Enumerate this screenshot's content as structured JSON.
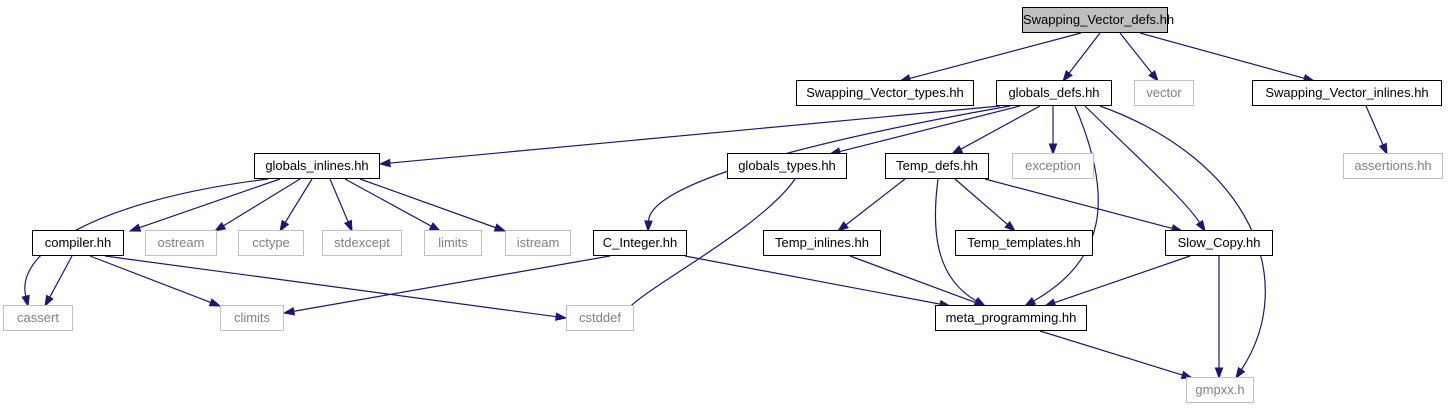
{
  "colors": {
    "edge": "#191970",
    "root_fill": "#bfbfbf",
    "internal_border": "#000000",
    "external_border": "#bfbfbf",
    "external_text": "#808080"
  },
  "nodes": {
    "swapping_vector_defs": "Swapping_Vector_defs.hh",
    "swapping_vector_types": "Swapping_Vector_types.hh",
    "globals_defs": "globals_defs.hh",
    "vector": "vector",
    "swapping_vector_inlines": "Swapping_Vector_inlines.hh",
    "globals_inlines": "globals_inlines.hh",
    "globals_types": "globals_types.hh",
    "temp_defs": "Temp_defs.hh",
    "exception": "exception",
    "assertions": "assertions.hh",
    "compiler": "compiler.hh",
    "ostream": "ostream",
    "cctype": "cctype",
    "stdexcept": "stdexcept",
    "limits": "limits",
    "istream": "istream",
    "c_integer": "C_Integer.hh",
    "temp_inlines": "Temp_inlines.hh",
    "temp_templates": "Temp_templates.hh",
    "slow_copy": "Slow_Copy.hh",
    "cassert": "cassert",
    "climits": "climits",
    "cstddef": "cstddef",
    "meta_programming": "meta_programming.hh",
    "gmpxx": "gmpxx.h"
  }
}
